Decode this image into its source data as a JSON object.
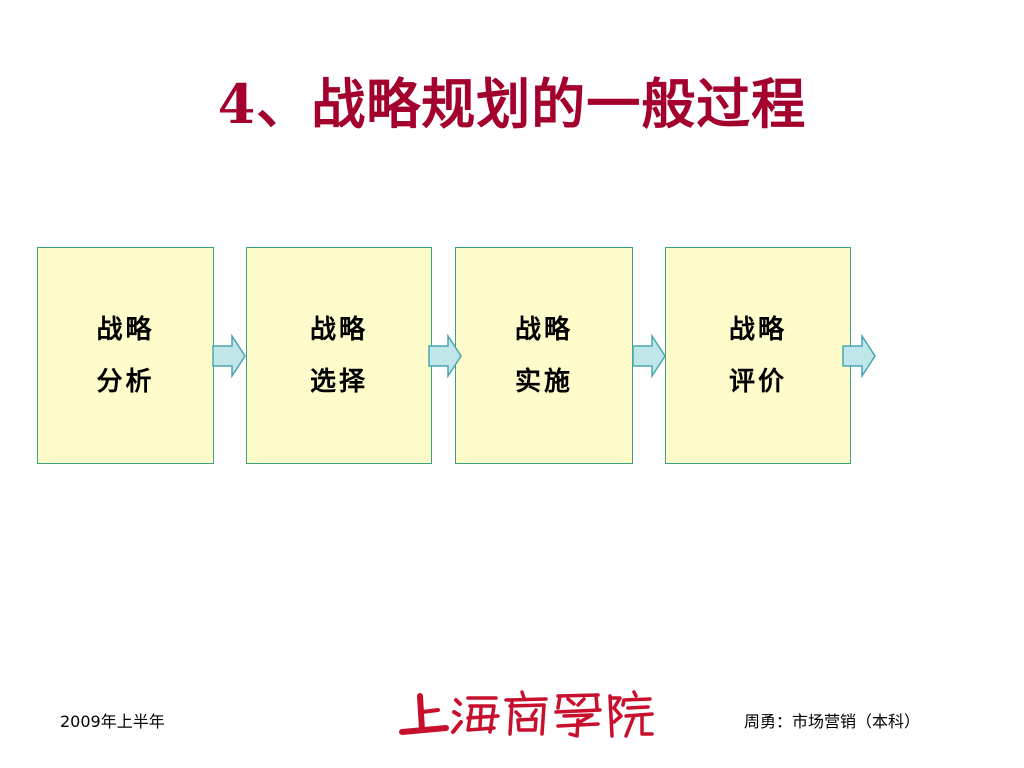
{
  "title": "4、战略规划的一般过程",
  "steps": [
    {
      "line1": "战略",
      "line2": "分析"
    },
    {
      "line1": "战略",
      "line2": "选择"
    },
    {
      "line1": "战略",
      "line2": "实施"
    },
    {
      "line1": "战略",
      "line2": "评价"
    }
  ],
  "footer": {
    "left": "2009年上半年",
    "logo_text": "上海商學院",
    "right": "周勇：市场营销（本科）"
  },
  "colors": {
    "title": "#a3002e",
    "box_fill": "#fffccc",
    "box_border": "#3aa37e",
    "arrow_fill": "#bfe6e9",
    "arrow_stroke": "#4aa6b3",
    "logo": "#c8102e"
  }
}
